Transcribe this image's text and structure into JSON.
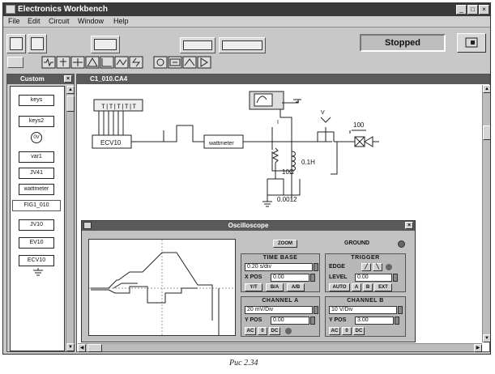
{
  "window": {
    "title": "Electronics Workbench"
  },
  "titlebar_buttons": [
    "_",
    "□",
    "×"
  ],
  "menu": [
    "File",
    "Edit",
    "Circuit",
    "Window",
    "Help"
  ],
  "status": {
    "text": "Stopped"
  },
  "custom_panel": {
    "title": "Custom",
    "close": "×",
    "items": [
      "keys",
      "keys2",
      "0V",
      "var1",
      "JV41",
      "wattmeter",
      "FIG1_010",
      "JV10",
      "EV10",
      "ECV10"
    ]
  },
  "circuit": {
    "title": "C1_010.CA4",
    "labels": {
      "source": "ECV10",
      "wattmeter": "wattmeter",
      "resistor": "10Ω",
      "inductor": "0.1H",
      "cap": "0.0012",
      "mult_gain": "100",
      "ground_v": "V",
      "ground_i": "I",
      "word_gen": "T|T|T|T|T"
    }
  },
  "oscilloscope": {
    "title": "Oscilloscope",
    "close": "×",
    "zoom": "ZOOM",
    "ground": "GROUND",
    "time_base": {
      "title": "TIME BASE",
      "value": "0.20 s/div",
      "xpos_label": "X POS",
      "xpos": "0.00",
      "modes": [
        "Y/T",
        "B/A",
        "A/B"
      ]
    },
    "trigger": {
      "title": "TRIGGER",
      "edge_label": "EDGE",
      "level_label": "LEVEL",
      "level": "0.00",
      "modes": [
        "AUTO",
        "A",
        "B",
        "EXT"
      ]
    },
    "channel_a": {
      "title": "CHANNEL A",
      "value": "20 mV/Div",
      "ypos_label": "Y POS",
      "ypos": "0.00",
      "coupling": [
        "AC",
        "0",
        "DC"
      ]
    },
    "channel_b": {
      "title": "CHANNEL B",
      "value": "10 V/Div",
      "ypos_label": "Y POS",
      "ypos": "3.00",
      "coupling": [
        "AC",
        "0",
        "DC"
      ]
    }
  },
  "caption": "Рис 2.34"
}
